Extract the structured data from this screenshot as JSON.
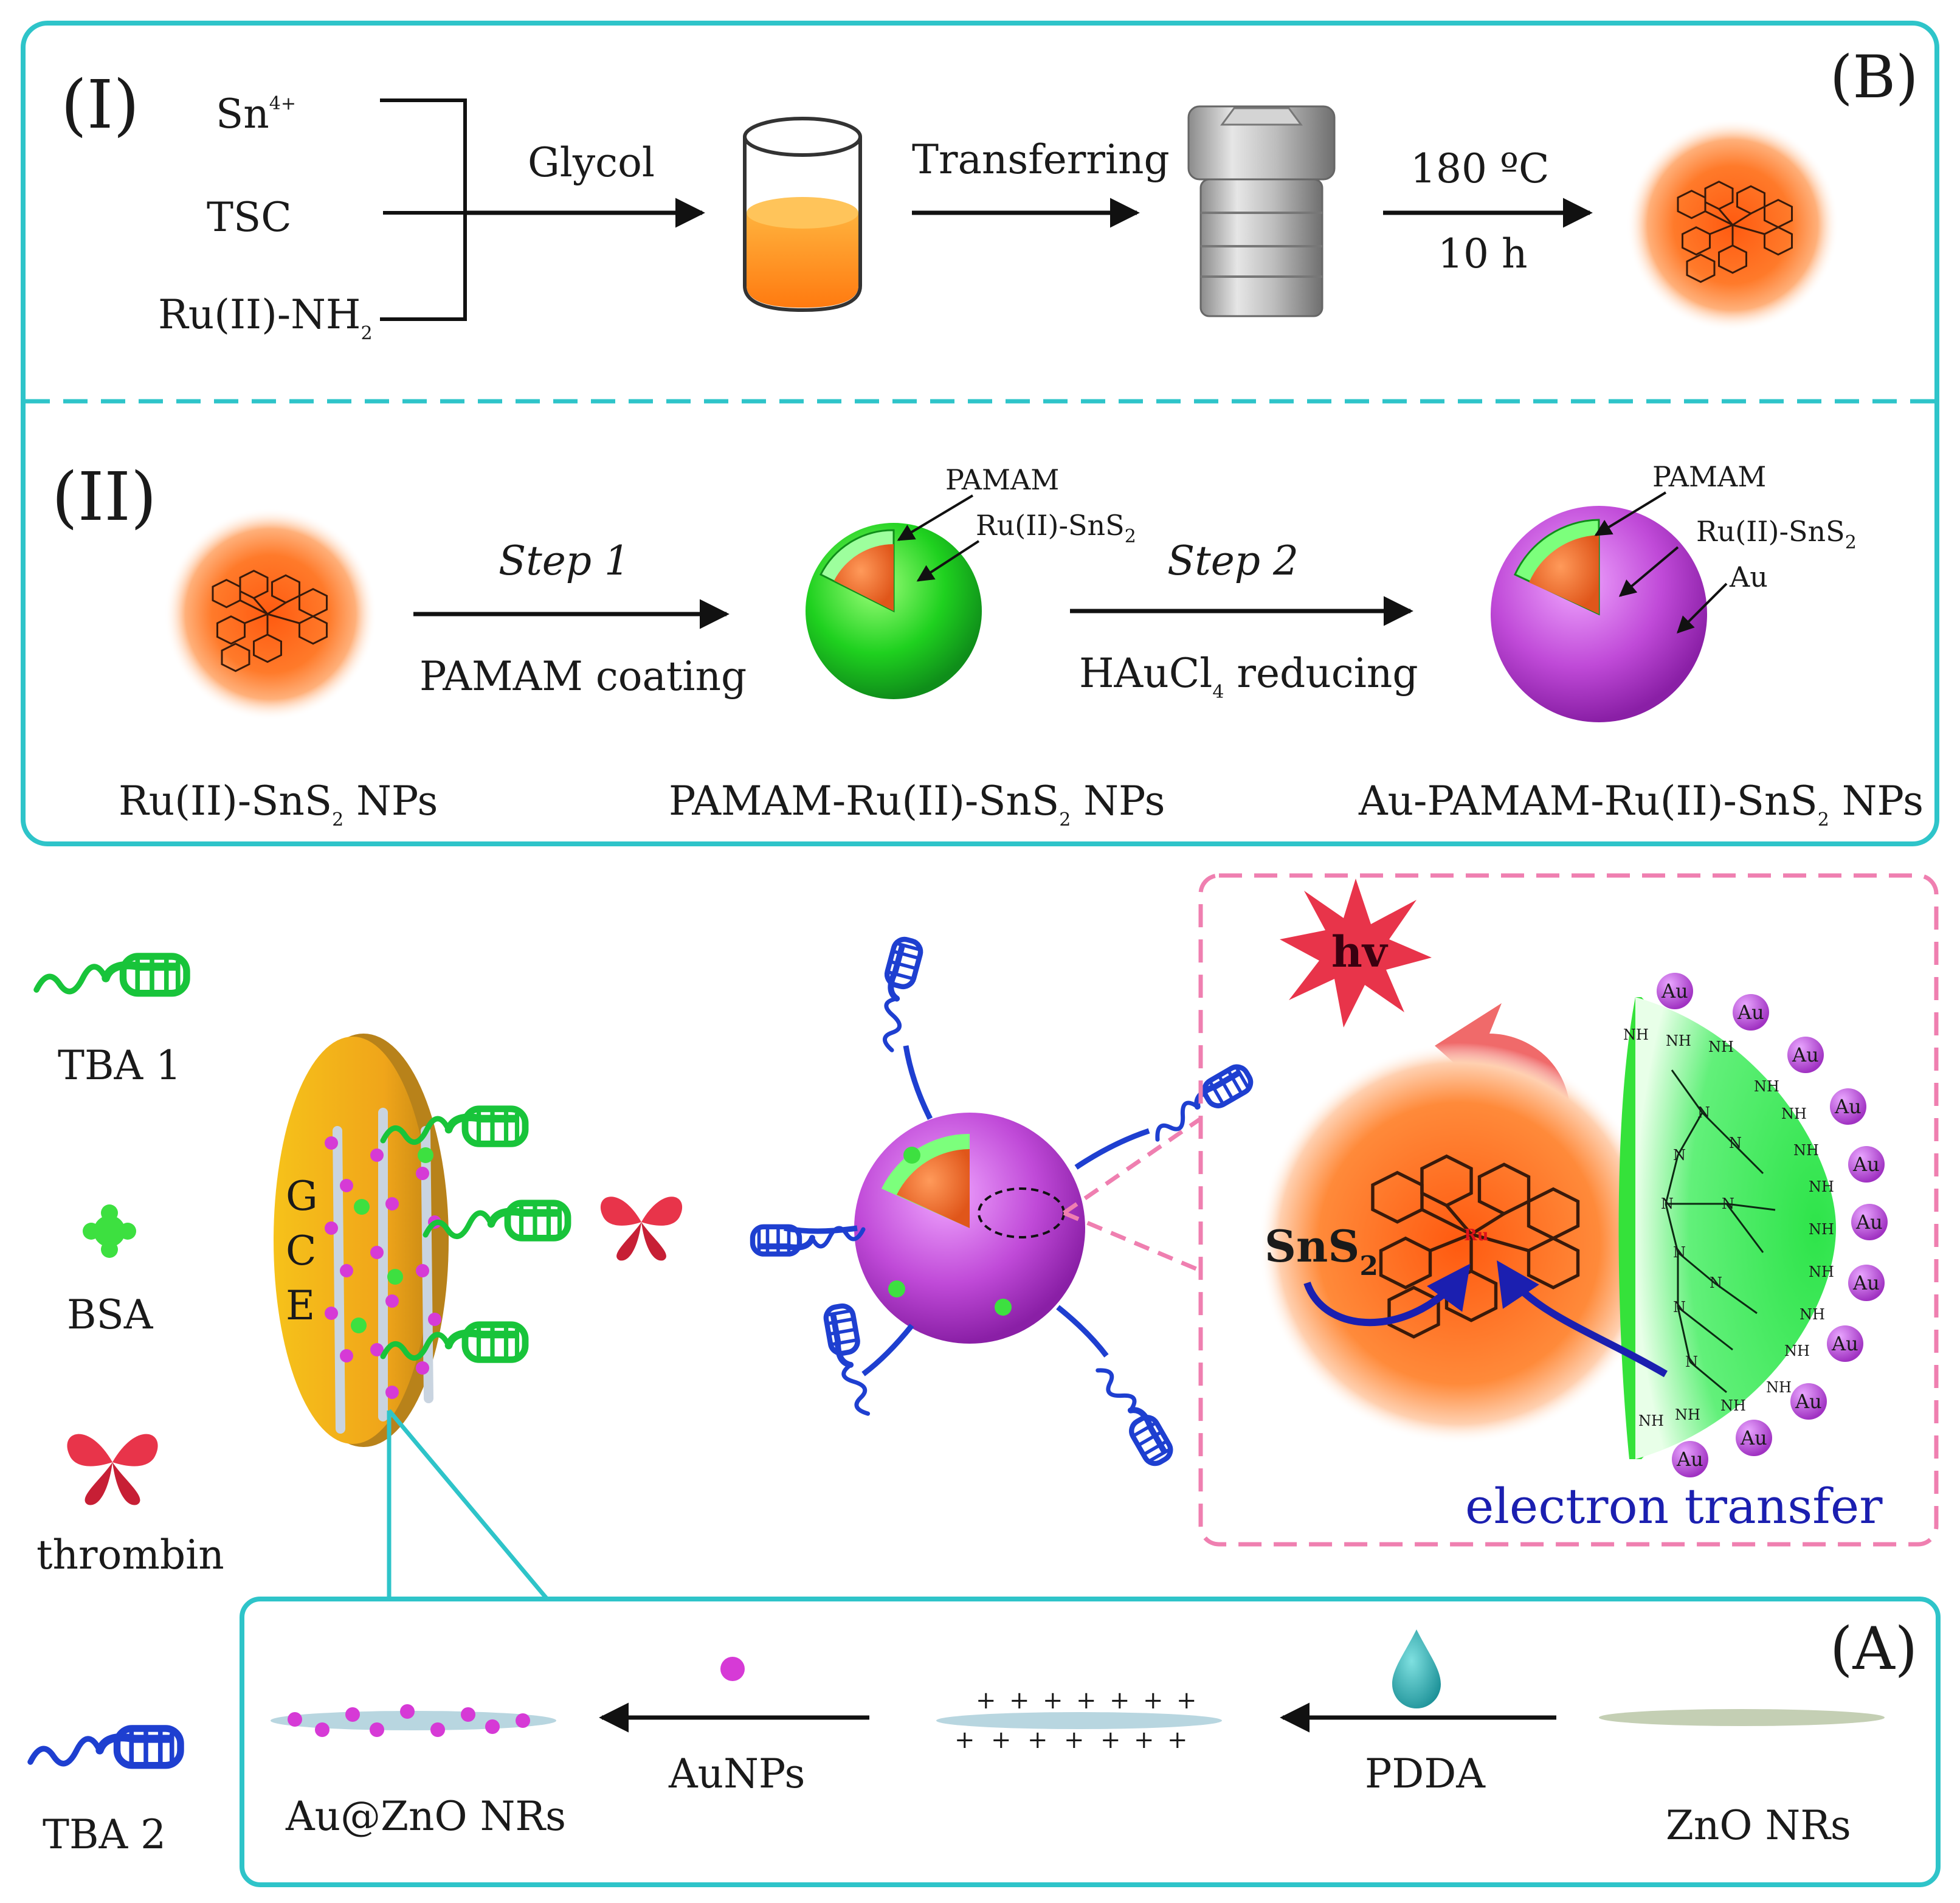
{
  "panelB": {
    "tag": "(B)",
    "partI": {
      "roman": "(I)",
      "inputs": [
        "Sn",
        "TSC",
        "Ru(II)-NH"
      ],
      "sn_sup": "4+",
      "ru_sub": "2",
      "step1": "Glycol",
      "step2": "Transferring",
      "step3_top": "180 ºC",
      "step3_bottom": "10 h"
    },
    "partII": {
      "roman": "(II)",
      "step1_title": "Step 1",
      "step1_desc": "PAMAM coating",
      "step2_title": "Step 2",
      "step2_desc_a": "HAuCl",
      "step2_desc_sub": "4",
      "step2_desc_b": " reducing",
      "labels_mid": [
        "PAMAM",
        "Ru(II)-SnS"
      ],
      "labels_right": [
        "PAMAM",
        "Ru(II)-SnS",
        "Au"
      ],
      "sub2": "2",
      "caption1_a": "Ru(II)-SnS",
      "caption1_b": " NPs",
      "caption2_a": "PAMAM-Ru(II)-SnS",
      "caption2_b": " NPs",
      "caption3_a": "Au-PAMAM-Ru(II)-SnS",
      "caption3_b": " NPs"
    }
  },
  "legend": {
    "tba1": "TBA 1",
    "bsa": "BSA",
    "thrombin": "thrombin",
    "tba2": "TBA 2"
  },
  "electrode": {
    "letters": [
      "G",
      "C",
      "E"
    ]
  },
  "inset": {
    "hv": "hv",
    "sns2_a": "SnS",
    "sns2_sub": "2",
    "electron_transfer": "electron transfer",
    "au": "Au",
    "nh2": "NH",
    "n": "N",
    "ru": "Ru",
    "nh_small": "NH"
  },
  "panelA": {
    "tag": "(A)",
    "auznO": "Au@ZnO NRs",
    "aunps": "AuNPs",
    "pdda": "PDDA",
    "zno": "ZnO NRs",
    "plus": "+"
  },
  "colors": {
    "frame_teal": "#2ec4c9",
    "inset_pink": "#ef7fb0",
    "orange": "#ff7a2a",
    "green": "#1fd11f",
    "purple": "#c04ad8",
    "blue": "#1e3fd0",
    "red": "#e8344a"
  }
}
